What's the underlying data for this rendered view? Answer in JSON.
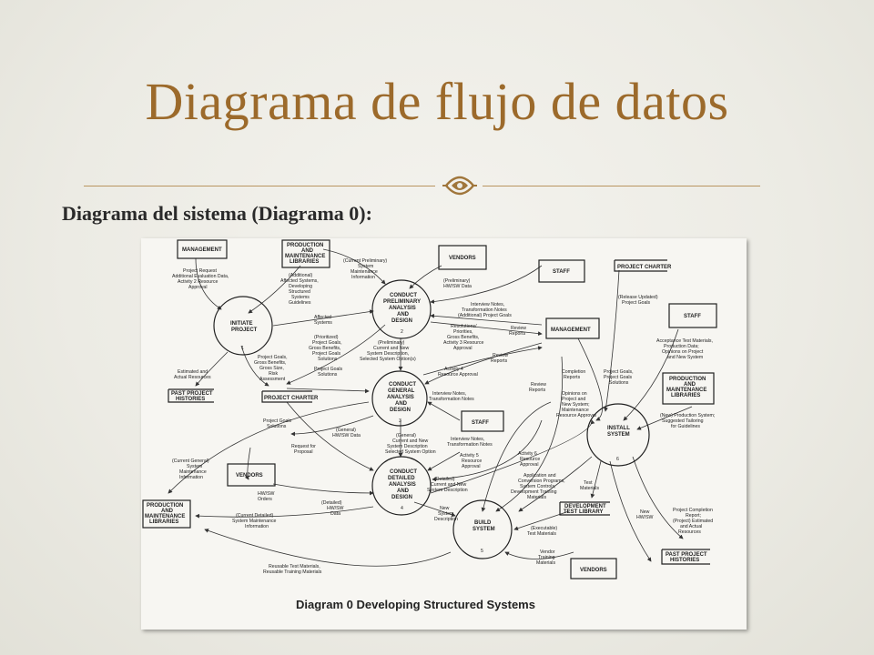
{
  "slide": {
    "title": "Diagrama de flujo de datos",
    "subtitle": "Diagrama del sistema (Diagrama 0):"
  },
  "diagram": {
    "caption": "Diagram 0   Developing Structured Systems",
    "entities": {
      "management_top": "MANAGEMENT",
      "prod_top_1": "PRODUCTION",
      "prod_top_2": "AND",
      "prod_top_3": "MAINTENANCE",
      "prod_top_4": "LIBRARIES",
      "vendors_top": "VENDORS",
      "staff_top": "STAFF",
      "management_mid": "MANAGEMENT",
      "staff_right": "STAFF",
      "prod_right_1": "PRODUCTION",
      "prod_right_2": "AND",
      "prod_right_3": "MAINTENANCE",
      "prod_right_4": "LIBRARIES",
      "staff_mid": "STAFF",
      "vendors_left_1": "VENDORS",
      "prod_left_1": "PRODUCTION",
      "prod_left_2": "AND",
      "prod_left_3": "MAINTENANCE",
      "prod_left_4": "LIBRARIES",
      "vendors_bottom": "VENDORS"
    },
    "stores": {
      "project_charter_top": "PROJECT CHARTER",
      "past_histories_left_1": "PAST PROJECT",
      "past_histories_left_2": "HISTORIES",
      "project_charter_mid": "PROJECT CHARTER",
      "dev_test_library_1": "DEVELOPMENT",
      "dev_test_library_2": "TEST LIBRARY",
      "past_histories_right_1": "PAST PROJECT",
      "past_histories_right_2": "HISTORIES"
    },
    "processes": {
      "p1_1": "INITIATE",
      "p1_2": "PROJECT",
      "p1_n": "1",
      "p2_1": "CONDUCT",
      "p2_2": "PRELIMINARY",
      "p2_3": "ANALYSIS",
      "p2_4": "AND",
      "p2_5": "DESIGN",
      "p2_n": "2",
      "p3_1": "CONDUCT",
      "p3_2": "GENERAL",
      "p3_3": "ANALYSIS",
      "p3_4": "AND",
      "p3_5": "DESIGN",
      "p3_n": "3",
      "p4_1": "CONDUCT",
      "p4_2": "DETAILED",
      "p4_3": "ANALYSIS",
      "p4_4": "AND",
      "p4_5": "DESIGN",
      "p4_n": "4",
      "p5_1": "BUILD",
      "p5_2": "SYSTEM",
      "p5_n": "5",
      "p6_1": "INSTALL",
      "p6_2": "SYSTEM",
      "p6_n": "6"
    },
    "flows": {
      "f_mgmt_1a": "Project Request",
      "f_mgmt_1b": "Additional Evaluation Data,",
      "f_mgmt_1c": "Activity 2 Resource",
      "f_mgmt_1d": "Approval",
      "f_lib_2a": "(Current Preliminary)",
      "f_lib_2b": "System",
      "f_lib_2c": "Maintenance",
      "f_lib_2d": "Information",
      "f_lib_1a": "(Additional)",
      "f_lib_1b": "Affected Systems,",
      "f_lib_1c": "Developing",
      "f_lib_1d": "Structured",
      "f_lib_1e": "Systems",
      "f_lib_1f": "Guidelines",
      "f_vend_2a": "(Preliminary)",
      "f_vend_2b": "HW/SW Data",
      "f_staff_2a": "Interview Notes,",
      "f_staff_2b": "Transformation Notes",
      "f_staff_2c": "(Additional) Project Goals",
      "f_affected": "Affected",
      "f_systems": "Systems",
      "f_res_a": "Resolutions/",
      "f_res_b": "Priorities,",
      "f_res_c": "Gross Benefits,",
      "f_res_d": "Activity 3 Resource",
      "f_res_e": "Approval",
      "f_review_a": "Review",
      "f_review_b": "Reports",
      "f_1pc_a": "Project Goals,",
      "f_1pc_b": "Gross Benefits,",
      "f_1pc_c": "Gross Size,",
      "f_1pc_d": "Risk",
      "f_1pc_e": "Assessment",
      "f_2pc_a": "(Prioritized)",
      "f_2pc_b": "Project Goals,",
      "f_2pc_c": "Gross Benefits,",
      "f_2pc_d": "Project Goals",
      "f_2pc_e": "Solutions",
      "f_23_a": "(Preliminary)",
      "f_23_b": "Current and New",
      "f_23_c": "System Description,",
      "f_23_d": "Selected System Option(s)",
      "f_review2_a": "Review",
      "f_review2_b": "Reports",
      "f_act4_a": "Activity 4",
      "f_act4_b": "Resource Approval",
      "f_pgs_a": "Project Goals",
      "f_pgs_b": "Solutions",
      "f_est_a": "Estimated and",
      "f_est_b": "Actual Resources",
      "f_st3_a": "Interview Notes,",
      "f_st3_b": "Transformation Notes",
      "f_pgs3_a": "Project Goals",
      "f_pgs3_b": "Solutions",
      "f_gen_hw_a": "(General)",
      "f_gen_hw_b": "HW/SW Data",
      "f_req_a": "Request for",
      "f_req_b": "Proposal",
      "f_34_a": "(General)",
      "f_34_b": "Current and New",
      "f_34_c": "System Description",
      "f_34_d": "Selected System Option",
      "f_cur_gen_a": "(Current General)",
      "f_cur_gen_b": "System",
      "f_cur_gen_c": "Maintenance",
      "f_cur_gen_d": "Information",
      "f_hwsw_a": "HW/SW",
      "f_hwsw_b": "Orders",
      "f_det_hw_a": "(Detailed)",
      "f_det_hw_b": "HW/SW",
      "f_det_hw_c": "Data",
      "f_cur_det_a": "(Current Detailed)",
      "f_cur_det_b": "System Maintenance",
      "f_cur_det_c": "Information",
      "f_st4_a": "Interview Notes,",
      "f_st4_b": "Transformation Notes",
      "f_act5_a": "Activity 5",
      "f_act5_b": "Resource",
      "f_act5_c": "Approval",
      "f_det_cur_a": "(Detailed)",
      "f_det_cur_b": "Current and New",
      "f_det_cur_c": "System Description",
      "f_new_sys_a": "New",
      "f_new_sys_b": "System",
      "f_new_sys_c": "Description",
      "f_act6_a": "Activity 6",
      "f_act6_b": "Resource",
      "f_act6_c": "Approval",
      "f_comp_a": "Completion",
      "f_comp_b": "Reports",
      "f_opin_a": "Opinions on",
      "f_opin_b": "Project and",
      "f_opin_c": "New System;",
      "f_opin_d": "Maintenance",
      "f_opin_e": "Resource Approval",
      "f_review3_a": "Review",
      "f_review3_b": "Reports",
      "f_rel_a": "(Release Updated)",
      "f_rel_b": "Project Goals",
      "f_pg6_a": "Project Goals,",
      "f_pg6_b": "Project Goals",
      "f_pg6_c": "Solutions",
      "f_acc_a": "Acceptance Test Materials,",
      "f_acc_b": "Production Data;",
      "f_acc_c": "Opinions on Project",
      "f_acc_d": "and New System",
      "f_newprod_a": "(New) Production System;",
      "f_newprod_b": "Suggested Tailoring",
      "f_newprod_c": "for Guidelines",
      "f_appl_a": "Application and",
      "f_appl_b": "Conversion Programs,",
      "f_appl_c": "System Controls,",
      "f_appl_d": "Development Training",
      "f_appl_e": "Materials",
      "f_test_a": "Test",
      "f_test_b": "Materials",
      "f_exec_a": "(Executable)",
      "f_exec_b": "Test Materials",
      "f_newhw_a": "New",
      "f_newhw_b": "HW/SW",
      "f_vtm_a": "Vendor",
      "f_vtm_b": "Training",
      "f_vtm_c": "Materials",
      "f_pcr_a": "Project Completion",
      "f_pcr_b": "Report;",
      "f_pcr_c": "(Project) Estimated",
      "f_pcr_d": "and Actual",
      "f_pcr_e": "Resources",
      "f_reuse_a": "Reusable Test Materials,",
      "f_reuse_b": "Reusable Training Materials"
    }
  }
}
